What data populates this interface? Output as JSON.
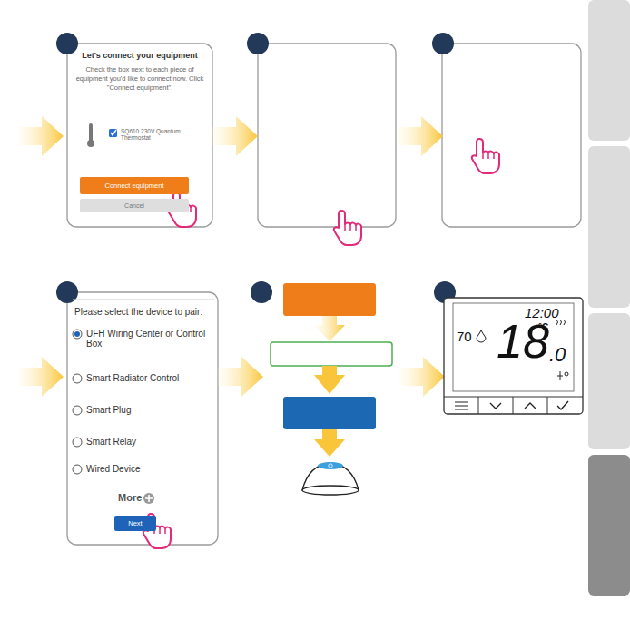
{
  "diagram": {
    "nodes": [
      {
        "text": [
          "Let's connect your equipment",
          "Check the box next to each piece of equipment you'd like to connect now. Click \"Connect equipment\"."
        ]
      },
      {
        "text": [
          "Connect equipment"
        ],
        "in": 0
      },
      {
        "text": [
          "Cancel"
        ],
        "in": 0
      },
      {
        "text": [
          "Please select the device to pair:"
        ]
      },
      {
        "text": [
          "Next"
        ],
        "in": 3
      }
    ],
    "labels": [
      "SQ610 230V Quantum Thermostat",
      "UFH Wiring Center or Control Box",
      "Smart Radiator Control",
      "Smart Plug",
      "Smart Relay",
      "Wired Device",
      "More",
      "70",
      "12:00",
      "°C",
      "18",
      ".0"
    ]
  }
}
